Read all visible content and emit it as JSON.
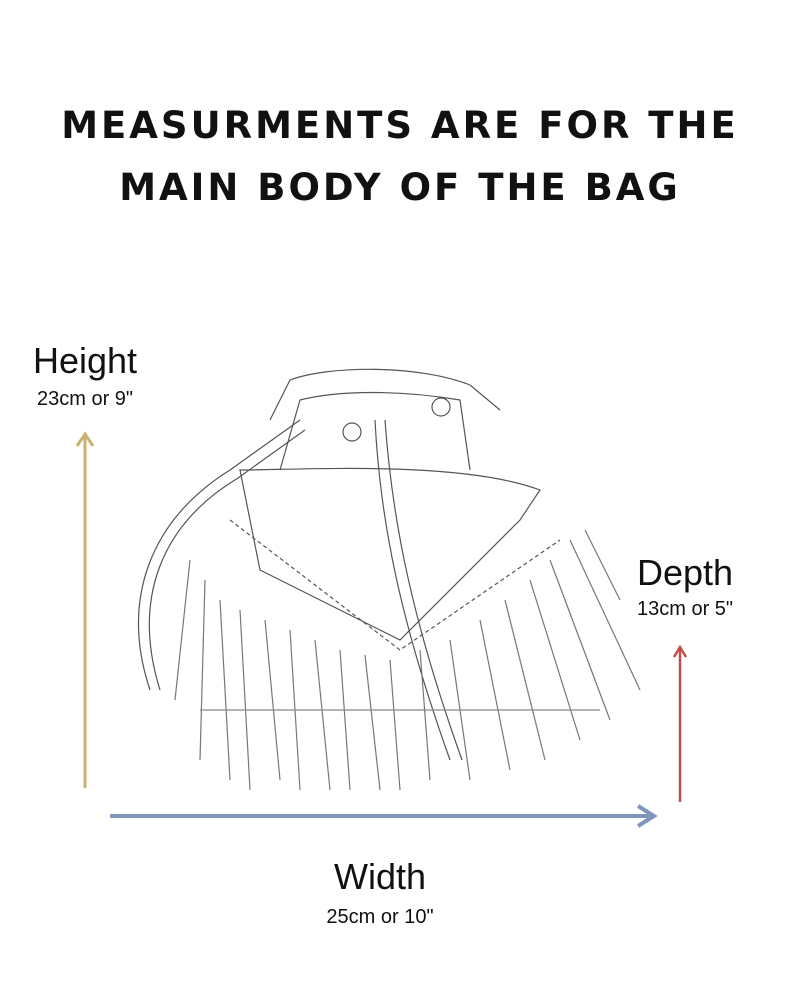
{
  "title": {
    "line1": "MEASURMENTS ARE FOR THE",
    "line2": "MAIN BODY OF THE BAG"
  },
  "height": {
    "label": "Height",
    "value": "23cm or 9\"",
    "color": "#c9b26f"
  },
  "depth": {
    "label": "Depth",
    "value": "13cm or 5\"",
    "color": "#c0504d"
  },
  "width": {
    "label": "Width",
    "value": "25cm or 10\"",
    "color": "#8095bb"
  }
}
